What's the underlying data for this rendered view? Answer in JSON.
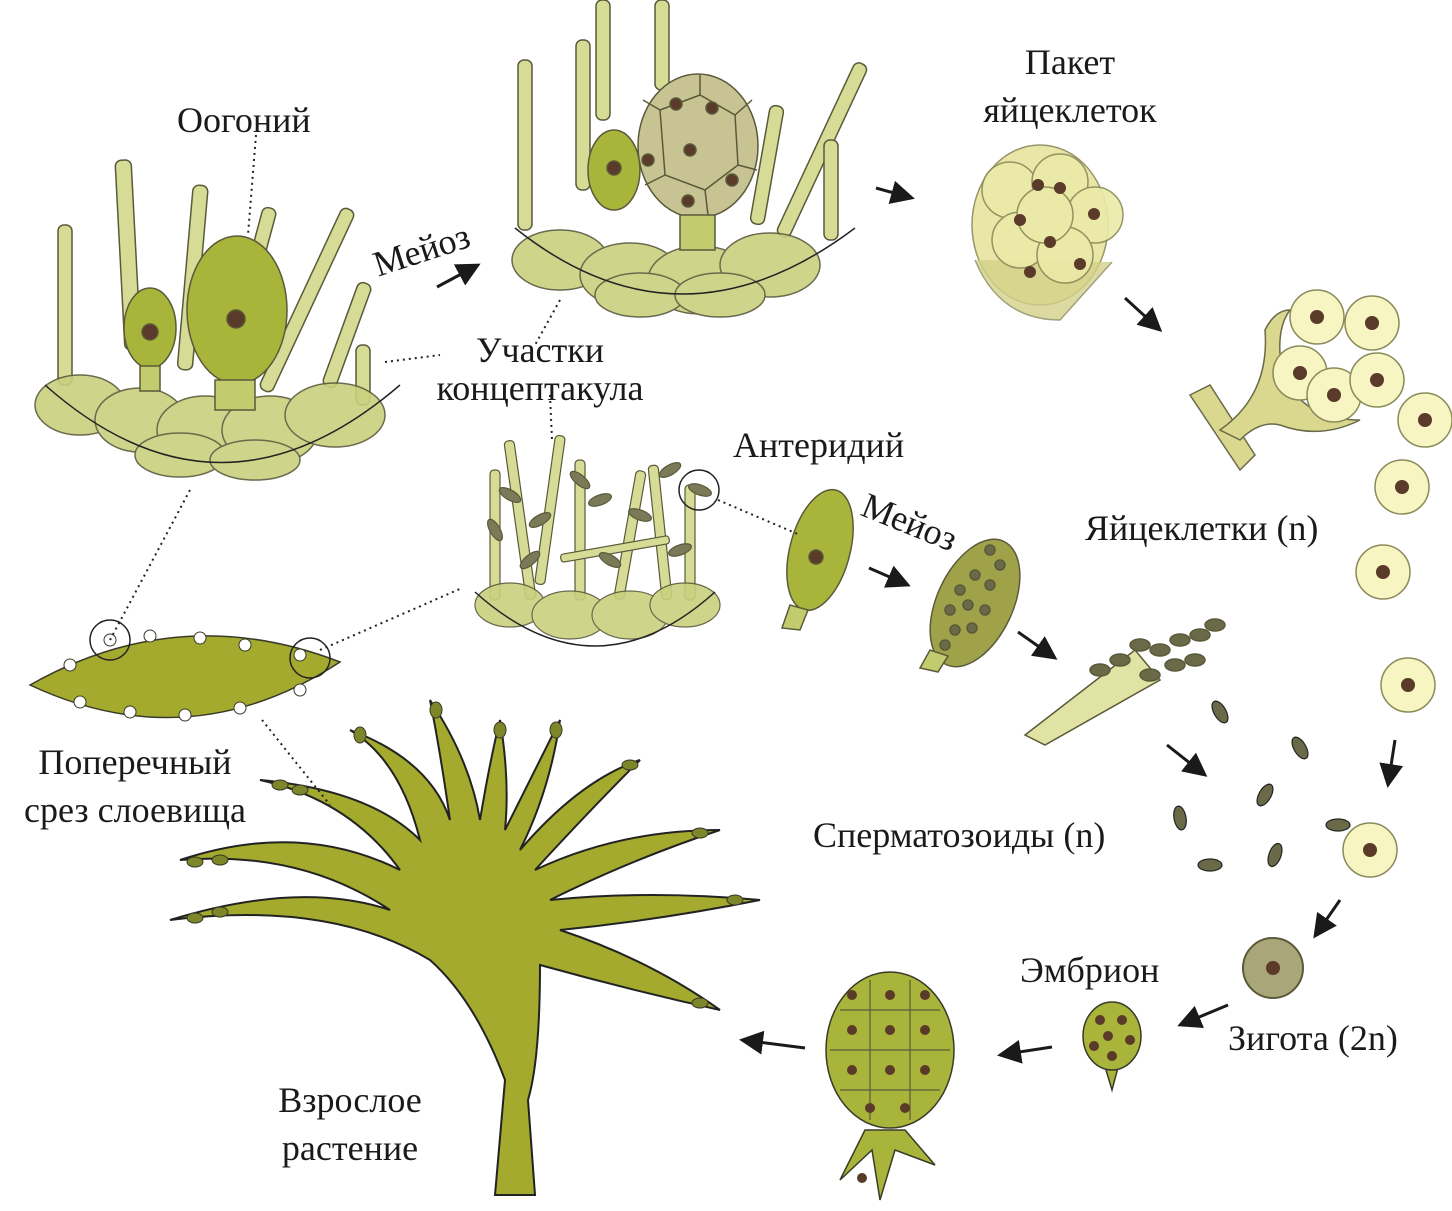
{
  "labels": {
    "oogonium": "Оогоний",
    "meiosis_top": "Мейоз",
    "egg_packet_line1": "Пакет",
    "egg_packet_line2": "яйцеклеток",
    "conceptacle_line1": "Участки",
    "conceptacle_line2": "концептакула",
    "antheridium": "Антеридий",
    "meiosis_mid": "Мейоз",
    "eggs": "Яйцеклетки (n)",
    "cross_section_line1": "Поперечный",
    "cross_section_line2": "срез слоевища",
    "sperm": "Сперматозоиды (n)",
    "embryo": "Эмбрион",
    "zygote": "Зигота (2n)",
    "adult_line1": "Взрослое",
    "adult_line2": "растение"
  },
  "colors": {
    "cell_light": "#d6dc96",
    "cell_mid": "#c2cc6e",
    "oogonium": "#a9b43a",
    "thallus": "#a3aa2e",
    "egg_fill": "#f7f5c2",
    "packet": "#e7e49e",
    "zygote": "#a9a77a",
    "nucleus": "#5a3a28",
    "outline": "#3a3a2a",
    "arrow": "#1a1a1a"
  }
}
